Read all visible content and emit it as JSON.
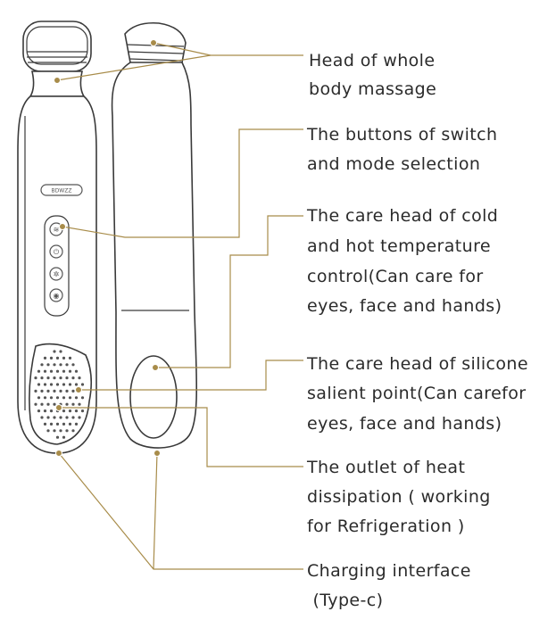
{
  "labels": {
    "head": [
      "Head of whole",
      "body massage"
    ],
    "buttons": [
      "The buttons of switch",
      "and mode selection"
    ],
    "cold_hot": [
      "The care head of cold",
      "and hot temperature",
      "control(Can care for",
      "eyes, face and hands)"
    ],
    "silicone": [
      "The care head of silicone",
      "salient point(Can carefor",
      "eyes, face and hands)"
    ],
    "outlet": [
      "The outlet of heat",
      "dissipation ( working",
      "for Refrigeration )"
    ],
    "charging": [
      "Charging interface",
      " (Type-c)"
    ]
  },
  "device_brand": "BDWZZ",
  "colors": {
    "leader": "#a88c4a",
    "outline": "#3a3a3a",
    "text": "#2b2b2b"
  }
}
